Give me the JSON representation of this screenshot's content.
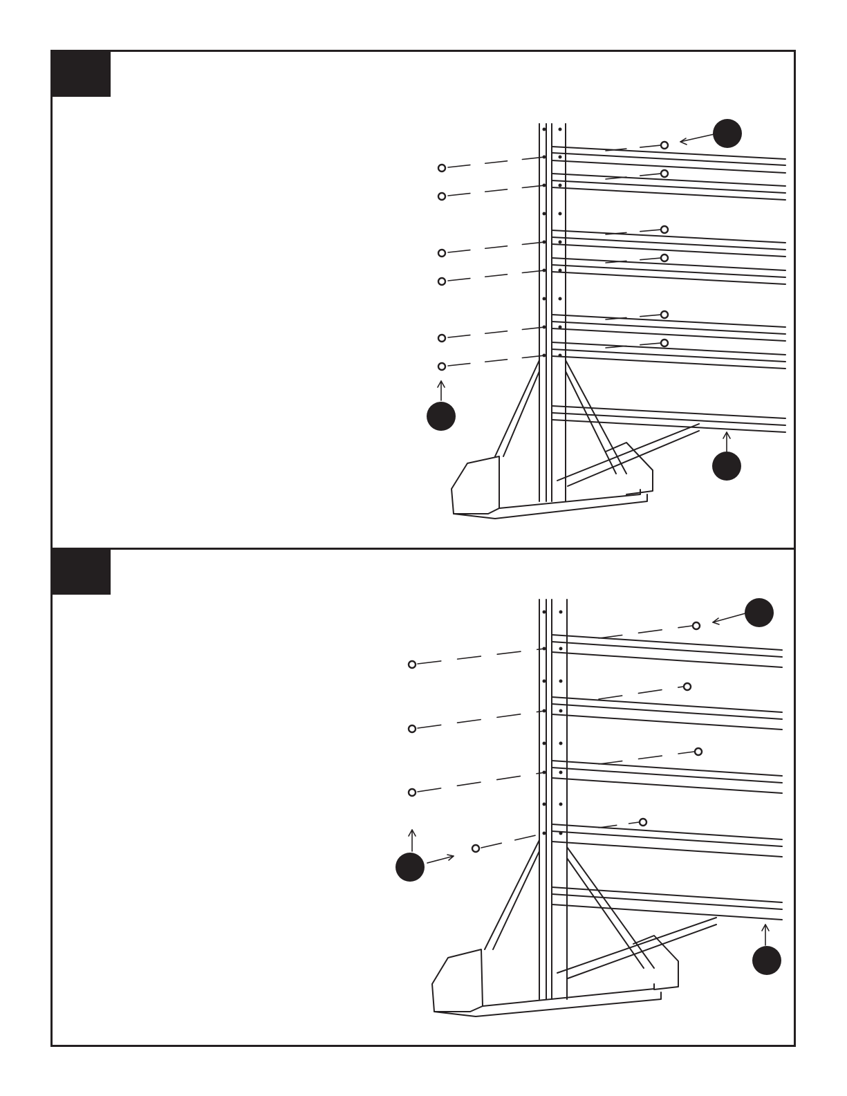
{
  "document": {
    "type": "assembly-instructions",
    "panels": [
      {
        "id": "panel-1",
        "step_label": "",
        "callouts": [
          "",
          "",
          ""
        ]
      },
      {
        "id": "panel-2",
        "step_label": "",
        "callouts": [
          "",
          "",
          ""
        ]
      }
    ]
  },
  "colors": {
    "ink": "#231f20",
    "paper": "#ffffff"
  }
}
